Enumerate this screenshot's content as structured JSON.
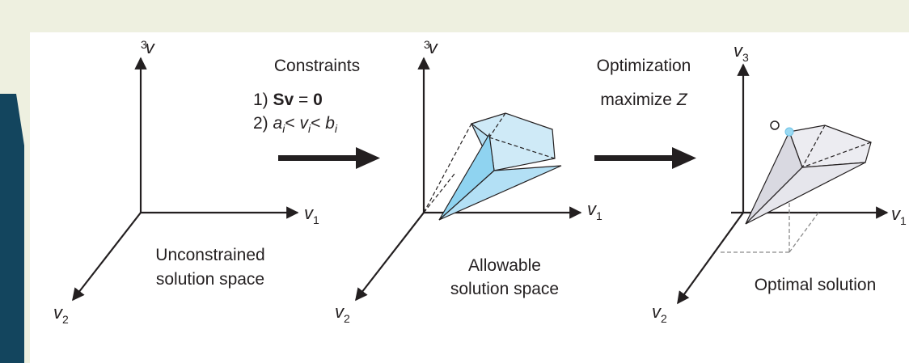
{
  "colors": {
    "page_background": "#eef0e0",
    "panel_background": "#ffffff",
    "tab_color": "#13455e",
    "polytope_fill": "#cfeaf7",
    "front_face_fill": "#8fd3f0",
    "optimal_fill": "#e6e6ec",
    "optimal_point": "#9ad9f2"
  },
  "panel1": {
    "axis_v3": "v",
    "axis_v3_index": "3",
    "axis_v1": "v",
    "axis_v1_index": "1",
    "axis_v2": "v",
    "axis_v2_index": "2",
    "caption_line1": "Unconstrained",
    "caption_line2": "solution space"
  },
  "step1": {
    "title": "Constraints",
    "c1_number": "1)",
    "c1_matrix": "Sv",
    "c1_equals": " = ",
    "c1_zero": "0",
    "c2_number": "2)",
    "c2_a": "a",
    "c2_i": "i",
    "c2_lt": "< ",
    "c2_v": "v",
    "c2_b": "b",
    "arrow_icon": "right-arrow"
  },
  "panel2": {
    "axis_v3": "v",
    "axis_v3_index": "3",
    "axis_v1": "v",
    "axis_v1_index": "1",
    "axis_v2": "v",
    "axis_v2_index": "2",
    "caption_line1": "Allowable",
    "caption_line2": "solution space"
  },
  "step2": {
    "title": "Optimization",
    "action": "maximize",
    "objective": "Z",
    "arrow_icon": "right-arrow"
  },
  "panel3": {
    "axis_v3": "v",
    "axis_v3_index": "3",
    "axis_v1": "v",
    "axis_v1_index": "1",
    "axis_v2": "v",
    "axis_v2_index": "2",
    "caption": "Optimal solution"
  }
}
